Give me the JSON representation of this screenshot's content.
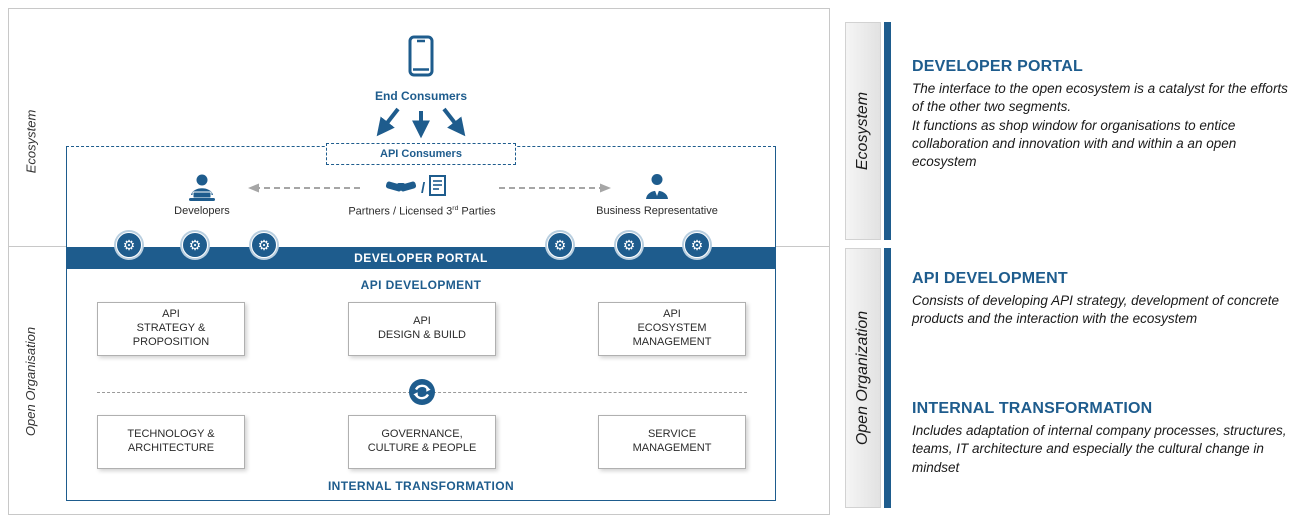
{
  "colors": {
    "primary": "#1E5C8D",
    "ribbon_gray": "#ECECEC",
    "arrow_gray": "#A6A6A6"
  },
  "icons": {
    "gear_glyph": "⚙",
    "slash": "/"
  },
  "diagram": {
    "left_axis": {
      "top": "Ecosystem",
      "bottom": "Open Organisation"
    },
    "end_consumers": "End Consumers",
    "api_consumers": "API Consumers",
    "personas": {
      "developers": "Developers",
      "partners_prefix": "Partners / Licensed 3",
      "partners_sup": "rd",
      "partners_suffix": " Parties",
      "business": "Business Representative"
    },
    "portal_bar": "DEVELOPER PORTAL",
    "api_development_heading": "API DEVELOPMENT",
    "internal_transformation_heading": "INTERNAL TRANSFORMATION",
    "row1": [
      {
        "label": "API\nSTRATEGY &\nPROPOSITION"
      },
      {
        "label": "API\nDESIGN & BUILD"
      },
      {
        "label": "API\nECOSYSTEM\nMANAGEMENT"
      }
    ],
    "row2": [
      {
        "label": "TECHNOLOGY &\nARCHITECTURE"
      },
      {
        "label": "GOVERNANCE,\nCULTURE & PEOPLE"
      },
      {
        "label": "SERVICE\nMANAGEMENT"
      }
    ]
  },
  "legend": {
    "ecosystem_ribbon": "Ecosystem",
    "open_org_ribbon": "Open Organization",
    "blocks": [
      {
        "title": "DEVELOPER PORTAL",
        "body": "The interface to the open ecosystem is a catalyst for the efforts of the other two segments.\nIt functions as shop window for organisations to entice collaboration and innovation with and within a an open ecosystem"
      },
      {
        "title": "API DEVELOPMENT",
        "body": "Consists of developing API strategy, development of concrete products and the interaction with the ecosystem"
      },
      {
        "title": "INTERNAL TRANSFORMATION",
        "body": "Includes adaptation of internal company processes, structures, teams, IT architecture and especially the cultural change in mindset"
      }
    ]
  }
}
